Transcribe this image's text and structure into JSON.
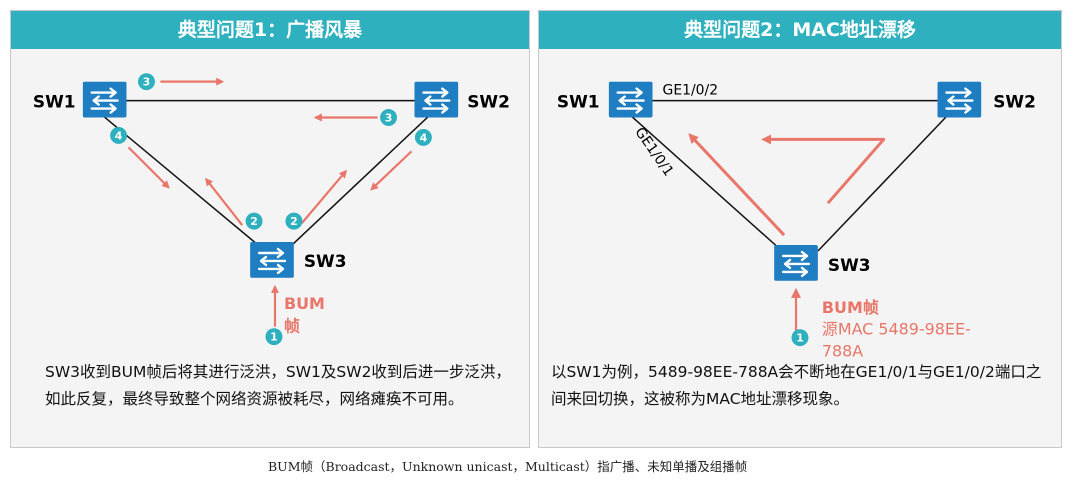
{
  "panel1": {
    "title": "典型问题1：广播风暴",
    "labels": {
      "sw1": "SW1",
      "sw2": "SW2",
      "sw3": "SW3"
    },
    "bum_label": [
      "BUM",
      "帧"
    ],
    "steps": [
      "1",
      "2",
      "2",
      "3",
      "3",
      "4",
      "4"
    ],
    "caption": "SW3收到BUM帧后将其进行泛洪，SW1及SW2收到后进一步泛洪，如此反复，最终导致整个网络资源被耗尽，网络瘫痪不可用。"
  },
  "panel2": {
    "title": "典型问题2：MAC地址漂移",
    "labels": {
      "sw1": "SW1",
      "sw2": "SW2",
      "sw3": "SW3"
    },
    "port_a": "GE1/0/2",
    "port_b": "GE1/0/1",
    "bum_label": [
      "BUM帧",
      "源MAC 5489-98EE-",
      "788A"
    ],
    "steps": [
      "1"
    ],
    "caption": "以SW1为例，5489-98EE-788A会不断地在GE1/0/1与GE1/0/2端口之间来回切换，这被称为MAC地址漂移现象。"
  },
  "footnote": "BUM帧（Broadcast，Unknown unicast，Multicast）指广播、未知单播及组播帧",
  "colors": {
    "accent": "#2fb0bf",
    "arrow": "#e8766a",
    "switch": "#1f7ec1",
    "badge": "#2fb0bf"
  }
}
